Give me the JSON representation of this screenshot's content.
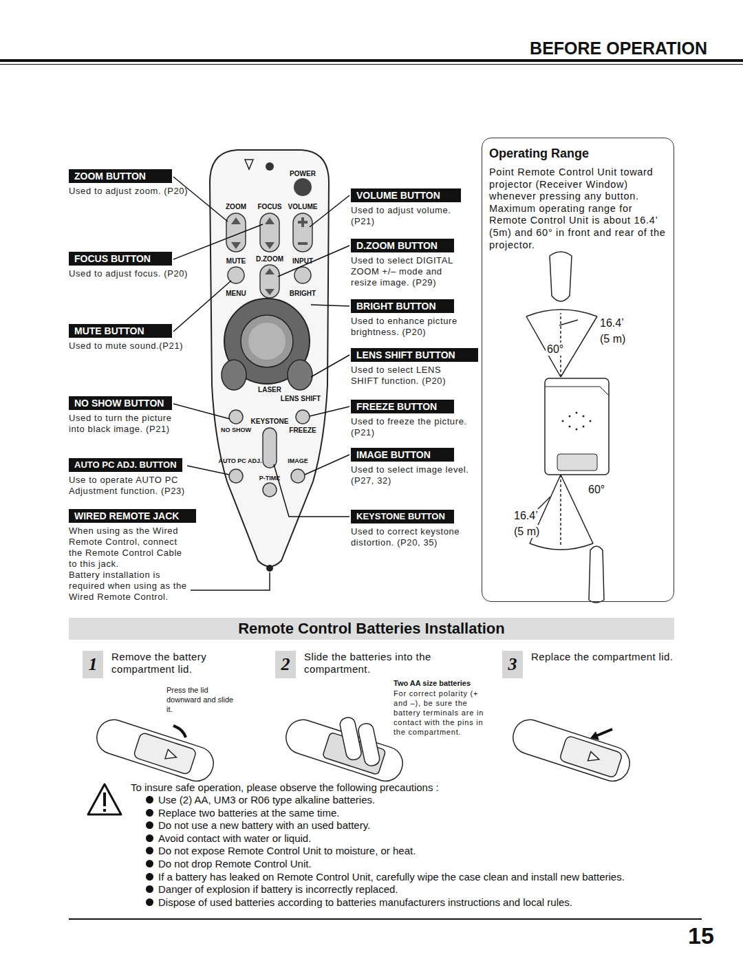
{
  "diagram": {
    "title": "BEFORE OPERATION",
    "nodes": [
      {
        "text": [
          "ZOOM BUTTON",
          "Used to adjust zoom. (P20)"
        ]
      },
      {
        "text": [
          "FOCUS BUTTON",
          "Used to adjust focus. (P20)"
        ]
      },
      {
        "text": [
          "MUTE BUTTON",
          "Used to mute sound.(P21)"
        ]
      },
      {
        "text": [
          "NO SHOW BUTTON",
          "Used to turn the picture into black image. (P21)"
        ]
      },
      {
        "text": [
          "AUTO PC ADJ. BUTTON",
          "Use to operate AUTO PC Adjustment function. (P23)"
        ]
      },
      {
        "text": [
          "WIRED REMOTE JACK",
          "When using as the Wired Remote Control, connect the Remote Control Cable to this jack.",
          "Battery installation is required when using as the Wired Remote Control."
        ]
      },
      {
        "text": [
          "VOLUME BUTTON",
          "Used to adjust volume. (P21)"
        ]
      },
      {
        "text": [
          "D.ZOOM BUTTON",
          "Used to select DIGITAL ZOOM +/– mode and resize image. (P29)"
        ]
      },
      {
        "text": [
          "BRIGHT BUTTON",
          "Used to enhance picture brightness. (P20)"
        ]
      },
      {
        "text": [
          "LENS SHIFT BUTTON",
          "Used to select LENS SHIFT function. (P20)"
        ]
      },
      {
        "text": [
          "FREEZE BUTTON",
          "Used to freeze the picture. (P21)"
        ]
      },
      {
        "text": [
          "IMAGE BUTTON",
          "Used to select image level. (P27, 32)"
        ]
      },
      {
        "text": [
          "KEYSTONE BUTTON",
          "Used to correct keystone distortion. (P20, 35)"
        ]
      },
      {
        "text": [
          "Operating Range",
          "Point Remote Control Unit toward projector (Receiver Window) whenever pressing any button. Maximum operating range for Remote Control Unit is about 16.4’ (5m) and 60° in front and rear of the projector."
        ]
      },
      {
        "text": [
          "Remote Control Batteries Installation"
        ]
      },
      {
        "text": [
          "1",
          "Remove the battery compartment lid."
        ]
      },
      {
        "text": [
          "2",
          "Slide the batteries into the compartment."
        ]
      },
      {
        "text": [
          "3",
          "Replace the compartment lid."
        ]
      }
    ],
    "labels": [
      "POWER",
      "ZOOM",
      "FOCUS",
      "VOLUME",
      "MUTE",
      "D.ZOOM",
      "INPUT",
      "MENU",
      "BRIGHT",
      "LASER",
      "LENS SHIFT",
      "KEYSTONE",
      "NO SHOW",
      "FREEZE",
      "AUTO PC ADJ.",
      "IMAGE",
      "P-TIME",
      "16.4’",
      "(5 m)",
      "60°",
      "60°",
      "16.4’",
      "(5 m)",
      "Press the lid downward and slide it.",
      "Two AA size batteries",
      "For correct polarity (+ and –), be sure the battery terminals are in contact with the pins in the compartment.",
      "To insure safe operation, please observe the following precautions :",
      "Use (2) AA, UM3 or R06 type alkaline batteries.",
      "Replace two batteries at the same time.",
      "Do not use a new battery with an used battery.",
      "Avoid contact with water or liquid.",
      "Do not expose Remote Control Unit to moisture, or heat.",
      "Do not drop Remote Control Unit.",
      "If a battery has leaked on Remote Control Unit, carefully wipe the case clean and install new batteries.",
      "Danger of explosion if battery is incorrectly replaced.",
      "Dispose of used batteries according to batteries manufacturers instructions and local rules.",
      "15"
    ]
  }
}
